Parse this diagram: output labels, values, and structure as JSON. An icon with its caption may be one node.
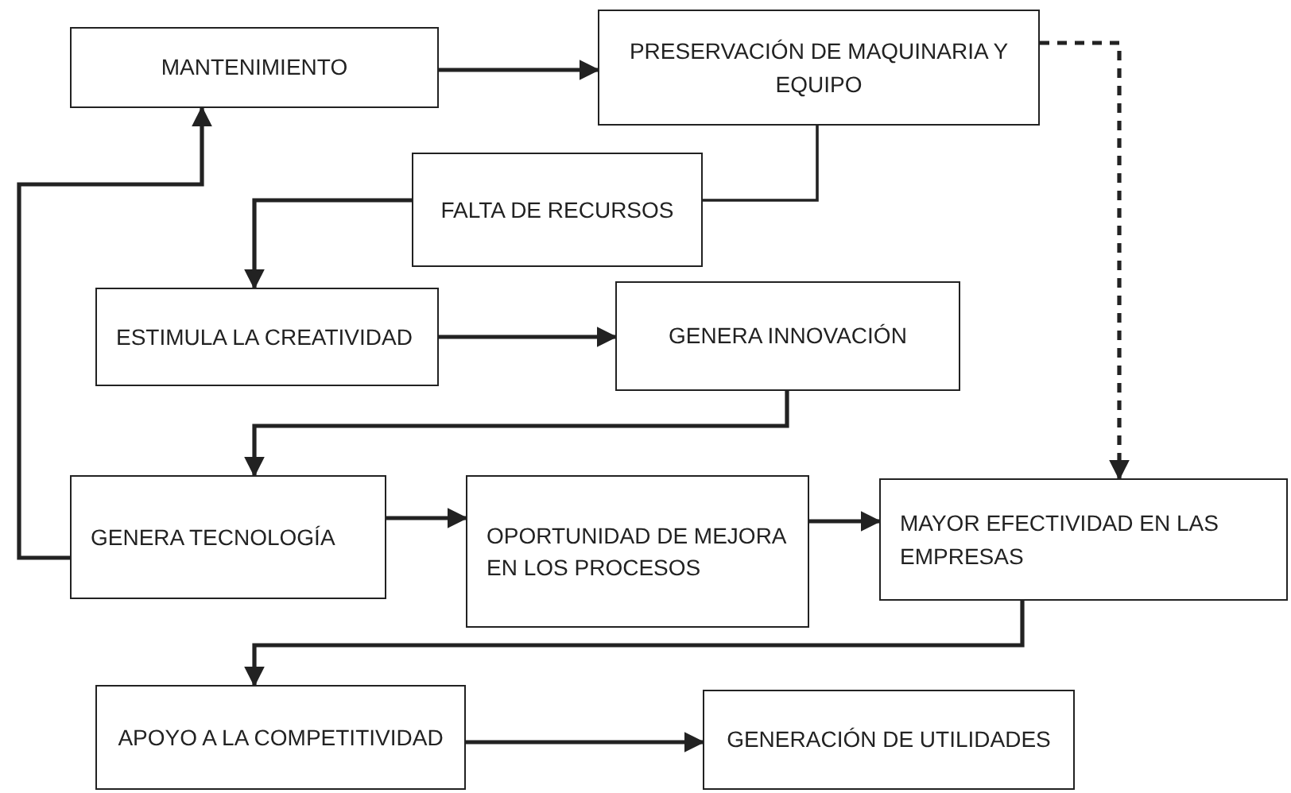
{
  "diagram": {
    "nodes": [
      {
        "text": [
          "MANTENIMIENTO"
        ]
      },
      {
        "text": [
          "PRESERVACIÓN DE MAQUINARIA Y EQUIPO"
        ]
      },
      {
        "text": [
          "FALTA DE RECURSOS"
        ]
      },
      {
        "text": [
          "ESTIMULA LA CREATIVIDAD"
        ]
      },
      {
        "text": [
          "GENERA INNOVACIÓN"
        ]
      },
      {
        "text": [
          "GENERA TECNOLOGÍA"
        ]
      },
      {
        "text": [
          "OPORTUNIDAD DE MEJORA EN LOS PROCESOS"
        ]
      },
      {
        "text": [
          "MAYOR EFECTIVIDAD EN LAS EMPRESAS"
        ]
      },
      {
        "text": [
          "APOYO A LA COMPETITIVIDAD"
        ]
      },
      {
        "text": [
          "GENERACIÓN DE UTILIDADES"
        ]
      }
    ],
    "edges": [
      {
        "from": 0,
        "to": 1,
        "arrow": "to"
      },
      {
        "from": 1,
        "to": 2,
        "arrow": "none"
      },
      {
        "from": 2,
        "to": 3,
        "arrow": "to"
      },
      {
        "from": 3,
        "to": 4,
        "arrow": "to"
      },
      {
        "from": 4,
        "to": 5,
        "arrow": "to"
      },
      {
        "from": 5,
        "to": 0,
        "arrow": "to"
      },
      {
        "from": 5,
        "to": 6,
        "arrow": "to"
      },
      {
        "from": 6,
        "to": 7,
        "arrow": "to"
      },
      {
        "from": 1,
        "to": 7,
        "arrow": "to",
        "style": "dashed"
      },
      {
        "from": 7,
        "to": 8,
        "arrow": "to"
      },
      {
        "from": 8,
        "to": 9,
        "arrow": "to"
      }
    ]
  }
}
